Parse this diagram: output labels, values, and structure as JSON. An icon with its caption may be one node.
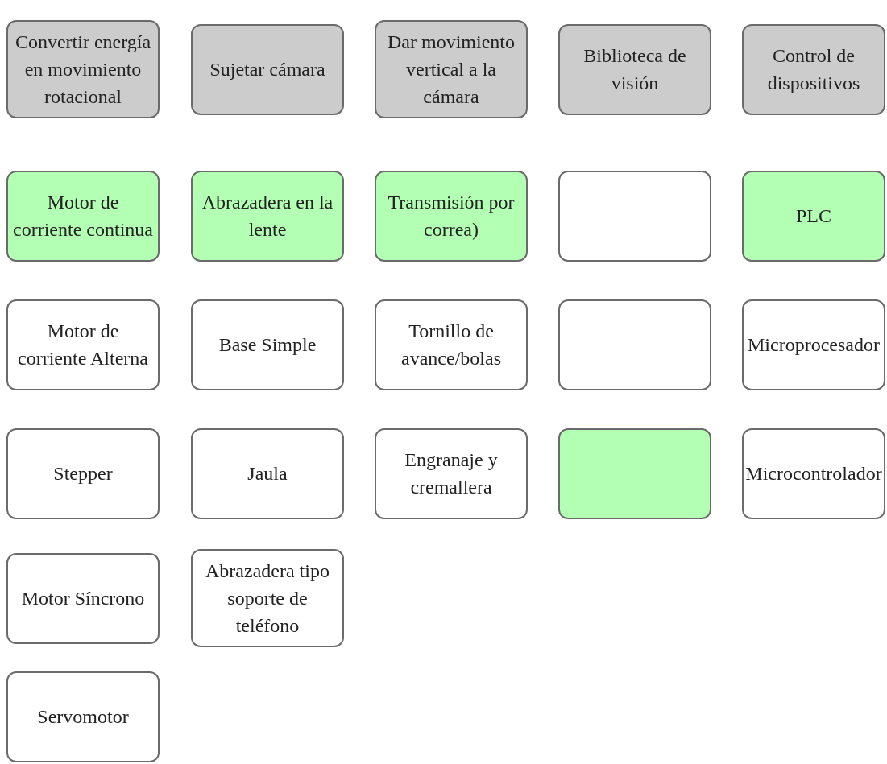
{
  "diagram": {
    "nodes": [
      {
        "text": [
          "Convertir energía en movimiento rotacional"
        ]
      },
      {
        "text": [
          "Sujetar cámara"
        ]
      },
      {
        "text": [
          "Dar movimiento vertical a la cámara"
        ]
      },
      {
        "text": [
          "Biblioteca de visión"
        ]
      },
      {
        "text": [
          "Control de dispositivos"
        ]
      },
      {
        "text": [
          "Motor de corriente continua"
        ]
      },
      {
        "text": [
          "Abrazadera en la lente"
        ]
      },
      {
        "text": [
          "Transmisión por correa)"
        ]
      },
      {
        "text": [],
        "shape": "box"
      },
      {
        "text": [
          "PLC"
        ]
      },
      {
        "text": [
          "Motor de corriente Alterna"
        ]
      },
      {
        "text": [
          "Base Simple"
        ]
      },
      {
        "text": [
          "Tornillo de avance/bolas"
        ]
      },
      {
        "text": [],
        "shape": "box"
      },
      {
        "text": [
          "Microprocesador"
        ]
      },
      {
        "text": [
          "Stepper"
        ]
      },
      {
        "text": [
          "Jaula"
        ]
      },
      {
        "text": [
          "Engranaje y cremallera"
        ]
      },
      {
        "text": [],
        "shape": "box"
      },
      {
        "text": [
          "Microcontrolador"
        ]
      },
      {
        "text": [
          "Motor Síncrono"
        ]
      },
      {
        "text": [
          "Abrazadera tipo soporte de teléfono"
        ]
      },
      {
        "text": [
          "Servomotor"
        ]
      }
    ]
  }
}
